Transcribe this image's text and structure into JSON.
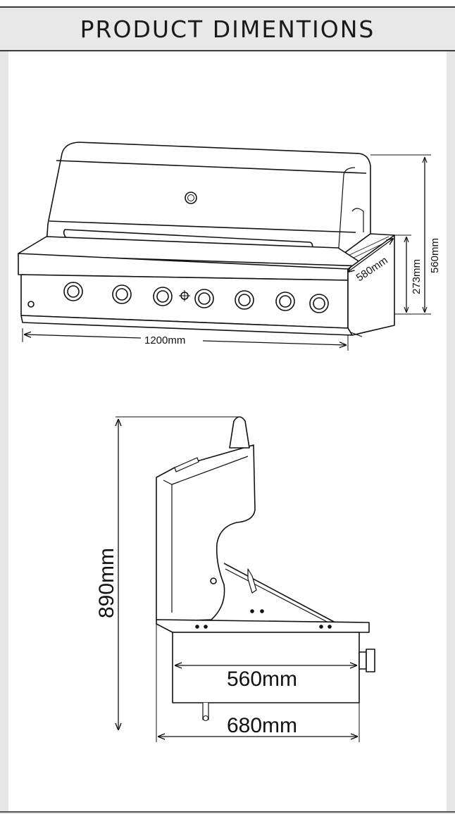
{
  "header": {
    "title": "PRODUCT DIMENTIONS"
  },
  "front_view": {
    "width_label": "1200mm",
    "depth_label": "580mm",
    "base_height_label": "273mm",
    "total_height_label": "560mm"
  },
  "side_view": {
    "height_label": "890mm",
    "inner_depth_label": "560mm",
    "outer_depth_label": "680mm"
  }
}
